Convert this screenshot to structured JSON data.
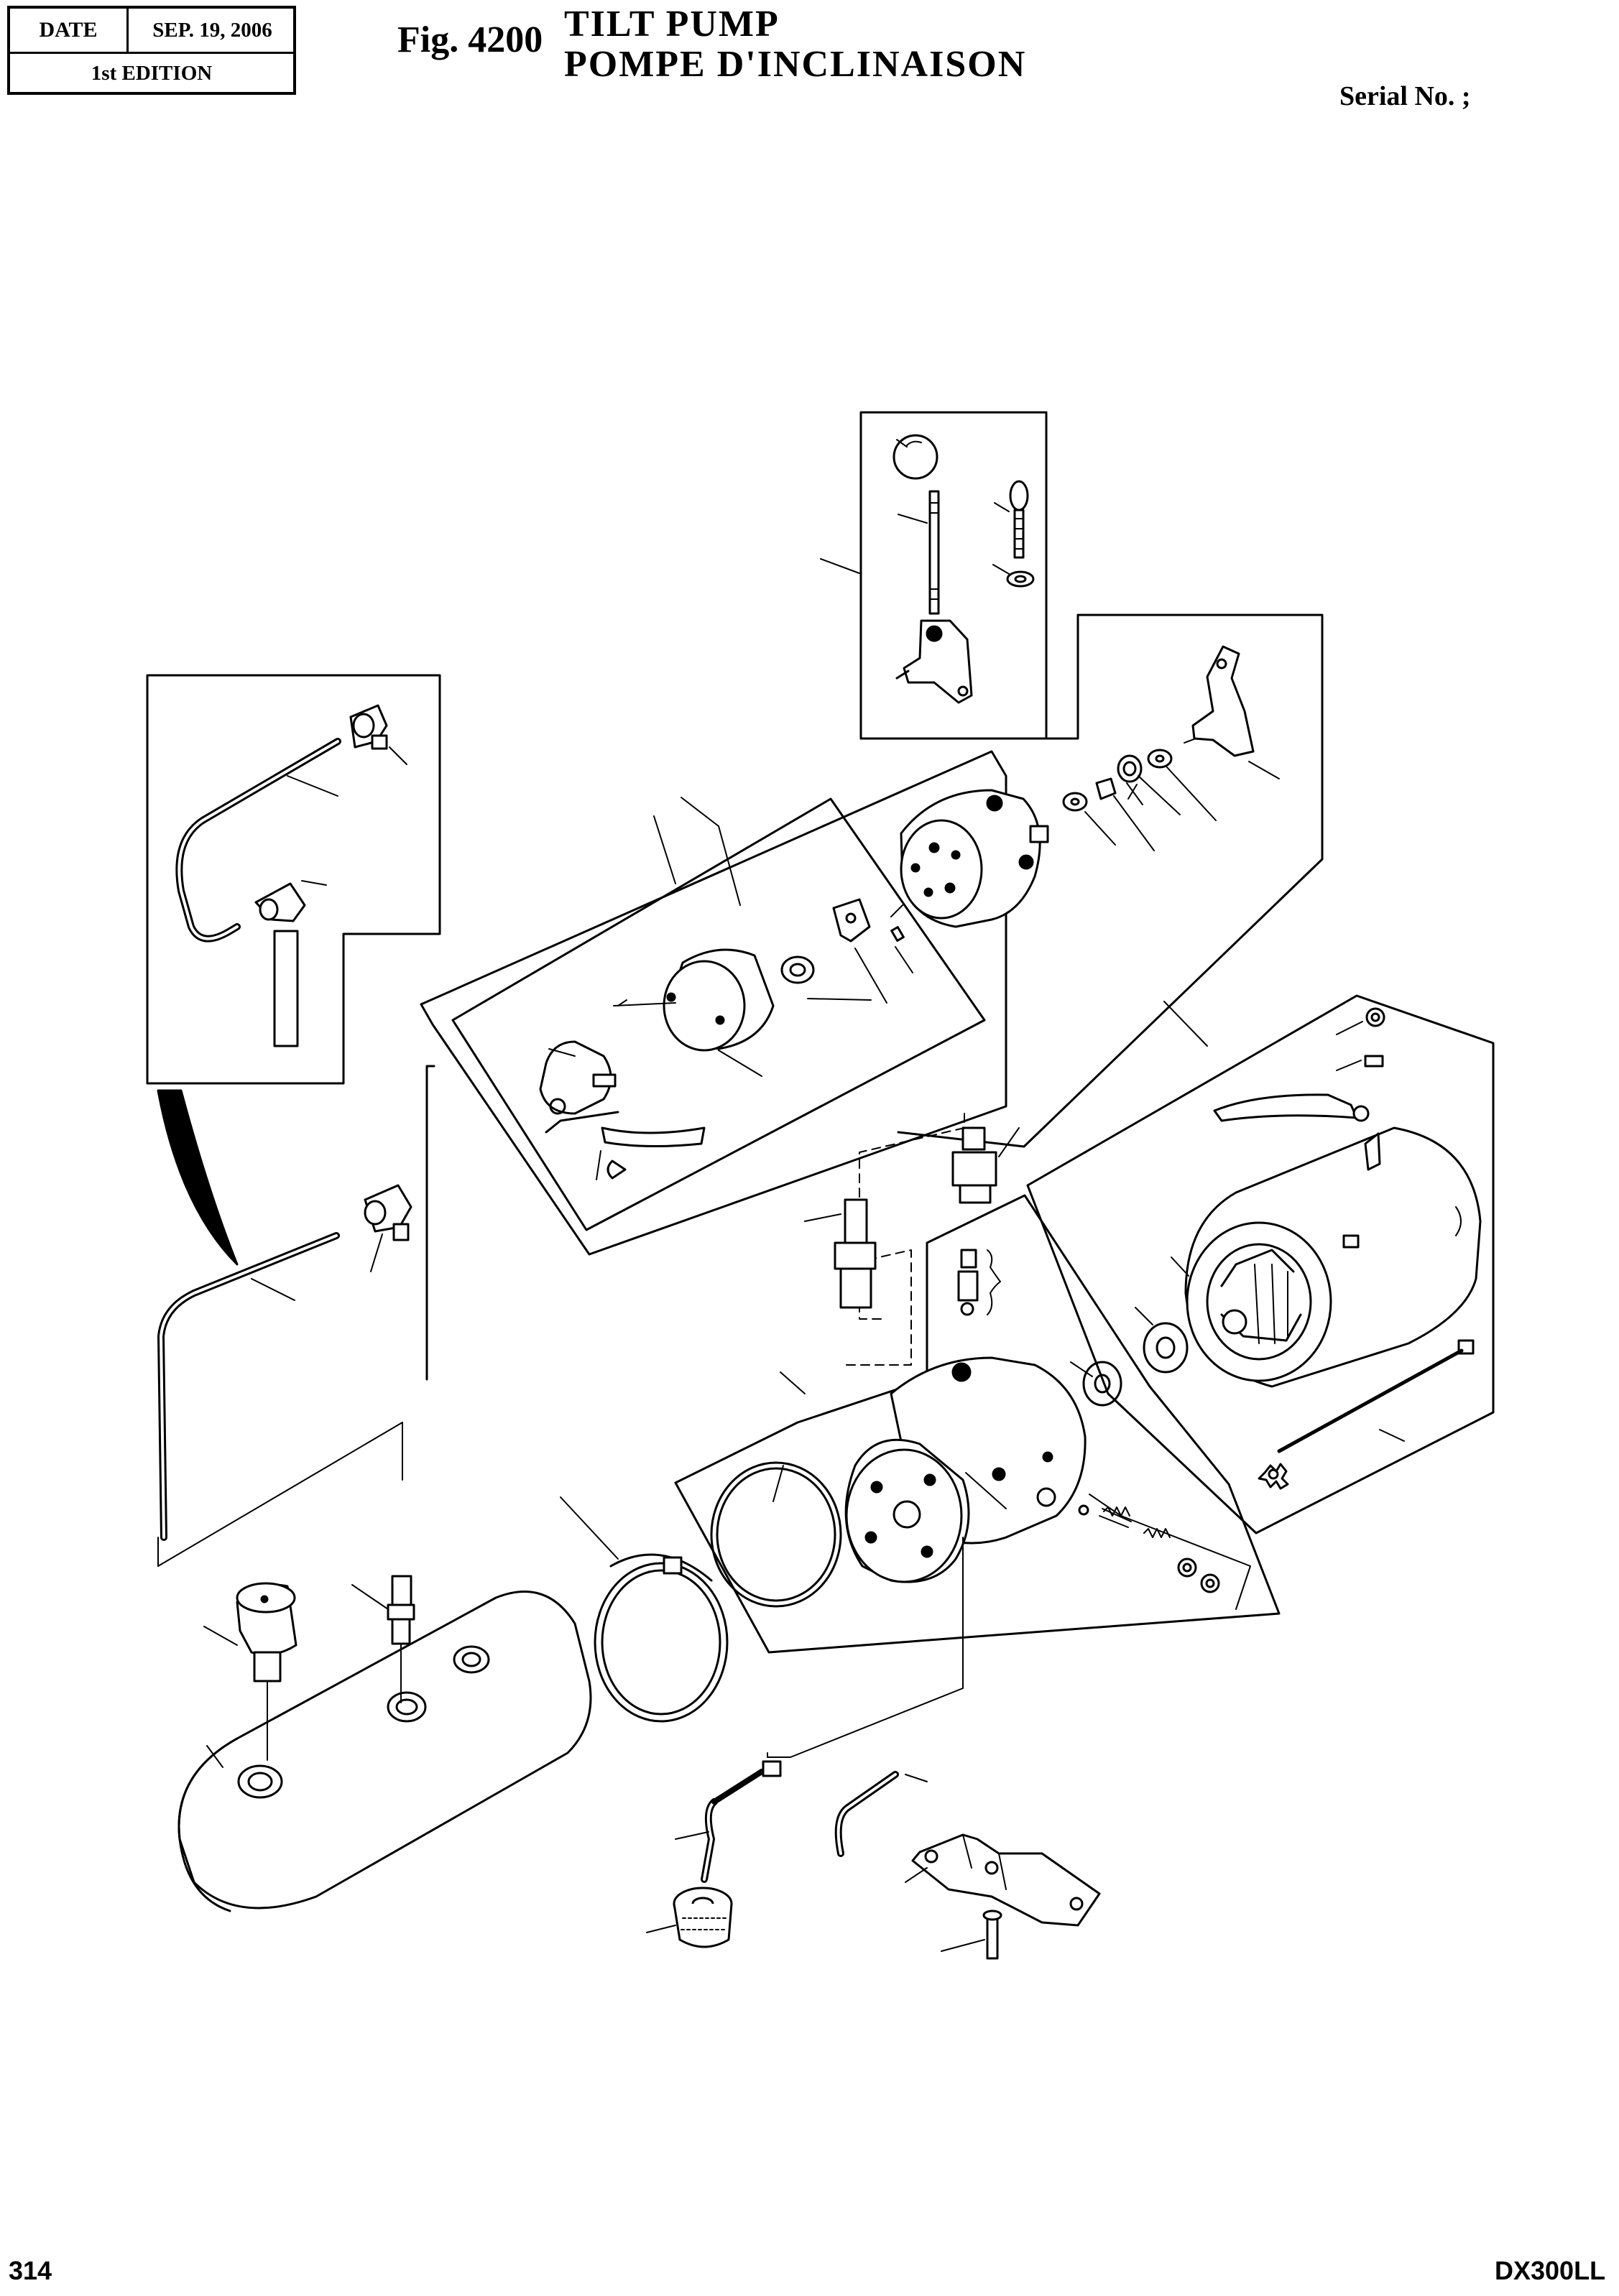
{
  "header": {
    "date_label": "DATE",
    "date_value": "SEP. 19, 2006",
    "edition": "1st EDITION",
    "fig_number": "Fig. 4200",
    "title_en": "TILT PUMP",
    "title_fr": "POMPE D'INCLINAISON",
    "serial_label": "Serial No. ;"
  },
  "footer": {
    "page_number": "314",
    "model": "DX300LL"
  }
}
